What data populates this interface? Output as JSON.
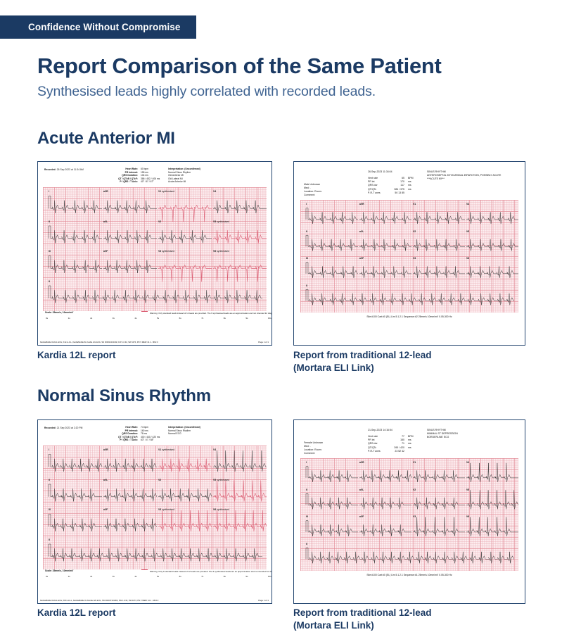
{
  "eyebrow": {
    "label": "Confidence Without Compromise"
  },
  "header": {
    "title": "Report Comparison of the Same Patient",
    "subtitle": "Synthesised leads highly correlated with recorded leads."
  },
  "sections": [
    {
      "heading": "Acute Anterior MI"
    },
    {
      "heading": "Normal Sinus Rhythm"
    }
  ],
  "captions": {
    "kardia": "Kardia 12L report",
    "mortara_line1": "Report from traditional 12-lead",
    "mortara_line2": "(Mortara ELI Link)"
  },
  "kardia_1": {
    "recorded_label": "Recorded:",
    "recorded_value": "26 Sep 2023 at 11:34    AM",
    "measurements": [
      {
        "label": "Heart Rate:",
        "value": "60 bpm"
      },
      {
        "label": "PR Interval:",
        "value": "155 ms"
      },
      {
        "label": "QRS Duration:",
        "value": "104 ms"
      },
      {
        "label": "QT / QTcB / QTcF:",
        "value": "386 / 452 / 406 ms"
      },
      {
        "label": "P / QRS / T Axis:",
        "value": "40° / 6° / 67°"
      }
    ],
    "interpretation_title": "Interpretation: (Unconfirmed)",
    "interpretation_lines": [
      "Normal Sinus Rhythm",
      "Old Anterior MI",
      "Old Lateral MI",
      "Acute Anterior MI"
    ],
    "leads": [
      [
        {
          "name": "I",
          "syn": ""
        },
        {
          "name": "aVR",
          "syn": ""
        },
        {
          "name": "V1",
          "syn": "synthesised"
        },
        {
          "name": "V4",
          "syn": ""
        }
      ],
      [
        {
          "name": "II",
          "syn": ""
        },
        {
          "name": "aVL",
          "syn": ""
        },
        {
          "name": "V2",
          "syn": ""
        },
        {
          "name": "V5",
          "syn": "synthesised"
        }
      ],
      [
        {
          "name": "III",
          "syn": ""
        },
        {
          "name": "aVF",
          "syn": ""
        },
        {
          "name": "V3",
          "syn": "synthesised"
        },
        {
          "name": "V6",
          "syn": "synthesised"
        }
      ],
      [
        {
          "name": "II",
          "syn": ""
        }
      ]
    ],
    "scale": "Scale: 25mm/s, 10mm/mV",
    "warning": "Warning: Only standard leads instead of 12 leads are provided. The 6 synthesised leads are an approximation and not intended for diagnostic use.",
    "ticks": [
      "0s",
      "1s",
      "2s",
      "3s",
      "4s",
      "5s",
      "6s",
      "7s",
      "8s",
      "9s",
      "10s"
    ],
    "legal": "KardiaMobile 6L/12L ECG, K12-A-0-L, KardiaMobile 6L Kardia 12L ECG, SN 300012101002, FW 1.0.32, SW 1074, PN V MED/ 14.1 - MK2.0",
    "page": "Page 1 of 1"
  },
  "kardia_2": {
    "recorded_label": "Recorded:",
    "recorded_value": "21 Sep 2023 at 2:20 PM",
    "measurements": [
      {
        "label": "Heart Rate:",
        "value": "74 bpm"
      },
      {
        "label": "PR Interval:",
        "value": "160 ms"
      },
      {
        "label": "QRS Duration:",
        "value": "78 ms"
      },
      {
        "label": "QT / QTcB / QTcF:",
        "value": "400 / 440 / 420 ms"
      },
      {
        "label": "P / QRS / T Axis:",
        "value": "63° / 4° / 58°"
      }
    ],
    "interpretation_title": "Interpretation: (Unconfirmed)",
    "interpretation_lines": [
      "Normal Sinus Rhythm",
      "Normal ECG"
    ],
    "leads": [
      [
        {
          "name": "I",
          "syn": ""
        },
        {
          "name": "aVR",
          "syn": ""
        },
        {
          "name": "V1",
          "syn": "synthesised"
        },
        {
          "name": "V4",
          "syn": ""
        }
      ],
      [
        {
          "name": "II",
          "syn": ""
        },
        {
          "name": "aVL",
          "syn": ""
        },
        {
          "name": "V2",
          "syn": ""
        },
        {
          "name": "V5",
          "syn": "synthesised"
        }
      ],
      [
        {
          "name": "III",
          "syn": ""
        },
        {
          "name": "aVF",
          "syn": ""
        },
        {
          "name": "V3",
          "syn": "synthesised"
        },
        {
          "name": "V6",
          "syn": "synthesised"
        }
      ],
      [
        {
          "name": "II",
          "syn": ""
        }
      ]
    ],
    "scale": "Scale: 25mm/s, 10mm/mV",
    "warning": "Warning: Only 6 standard leads instead of 12 leads are provided. The 6 synthesised leads are an approximation and not intended for diagnostic use.",
    "ticks": [
      "0s",
      "1s",
      "2s",
      "3s",
      "4s",
      "5s",
      "6s",
      "7s",
      "8s",
      "9s",
      "10s"
    ],
    "legal": "KardiaMobile 6L/12L ECG, K6C-H-0-L, KardiaMobile 6L Kardia 12L ECG, SN 302017101002, FW 1.0.32, SW 1074, PN V MED/ 14.1 - MK2.0",
    "page": "Page 1 of 1"
  },
  "mortara_1": {
    "patient_lines": [
      "Male Unknown",
      "Med: .",
      "Location:   Room:",
      "Comment:"
    ],
    "datetime": "26-Sep-2023 11:34:04",
    "measurements": [
      {
        "label": "Vent rate",
        "value": "65",
        "unit": "BPM"
      },
      {
        "label": "PR int",
        "value": "170",
        "unit": "ms"
      },
      {
        "label": "QRS dur",
        "value": "117",
        "unit": "ms"
      },
      {
        "label": "QT/QTc",
        "value": "384 / 375",
        "unit": "ms"
      },
      {
        "label": "P-R-T axes",
        "value": "50 13 85",
        "unit": ""
      }
    ],
    "interpretation_lines": [
      "SINUS RHYTHM",
      "ANTEROSEPTAL MYOCARDIAL INFARCTION, POSSIBLY ACUTE",
      "***ACUTE MI***"
    ],
    "leads": [
      [
        {
          "name": "I"
        },
        {
          "name": "aVR"
        },
        {
          "name": "V1"
        },
        {
          "name": "V4"
        }
      ],
      [
        {
          "name": "II"
        },
        {
          "name": "aVL"
        },
        {
          "name": "V2"
        },
        {
          "name": "V5"
        }
      ],
      [
        {
          "name": "III"
        },
        {
          "name": "aVF"
        },
        {
          "name": "V3"
        },
        {
          "name": "V6"
        }
      ],
      [
        {
          "name": "II"
        }
      ]
    ],
    "footer": "Site:#100  Cart:#0  (EL) Lim 5.1.2.1  Sequence:#2   25mm/s   10mm/mV   0.05-300 Hz"
  },
  "mortara_2": {
    "patient_lines": [
      "Female Unknown",
      "Med: .",
      "Location:   Room:",
      "Comment:"
    ],
    "datetime": "21-Sep-2023 14:16:54",
    "measurements": [
      {
        "label": "Vent rate",
        "value": "77",
        "unit": "BPM"
      },
      {
        "label": "PR int",
        "value": "150",
        "unit": "ms"
      },
      {
        "label": "QRS dur",
        "value": "71",
        "unit": "ms"
      },
      {
        "label": "QT/QTc",
        "value": "390 / 420",
        "unit": "ms"
      },
      {
        "label": "P-R-T axes",
        "value": "23 52 42",
        "unit": ""
      }
    ],
    "interpretation_lines": [
      "SINUS RHYTHM",
      "MINIMAL ST DEPRESSION",
      "BORDERLINE ECG"
    ],
    "leads": [
      [
        {
          "name": "I"
        },
        {
          "name": "aVR"
        },
        {
          "name": "V1"
        },
        {
          "name": "V4"
        }
      ],
      [
        {
          "name": "II"
        },
        {
          "name": "aVL"
        },
        {
          "name": "V2"
        },
        {
          "name": "V5"
        }
      ],
      [
        {
          "name": "III"
        },
        {
          "name": "aVF"
        },
        {
          "name": "V3"
        },
        {
          "name": "V6"
        }
      ],
      [
        {
          "name": "II"
        }
      ]
    ],
    "footer": "Site:#100  Cart:#0  (EL) Lim 5.1.2.1  Sequence:#1   25mm/s   10mm/mV   0.05-300 Hz"
  },
  "colors": {
    "brand_navy": "#1b3a63",
    "subtitle_blue": "#3f6391",
    "ecg_grid_pink": "#e28692",
    "synthesised_trace": "#d9536a",
    "recorded_trace": "#333333"
  }
}
